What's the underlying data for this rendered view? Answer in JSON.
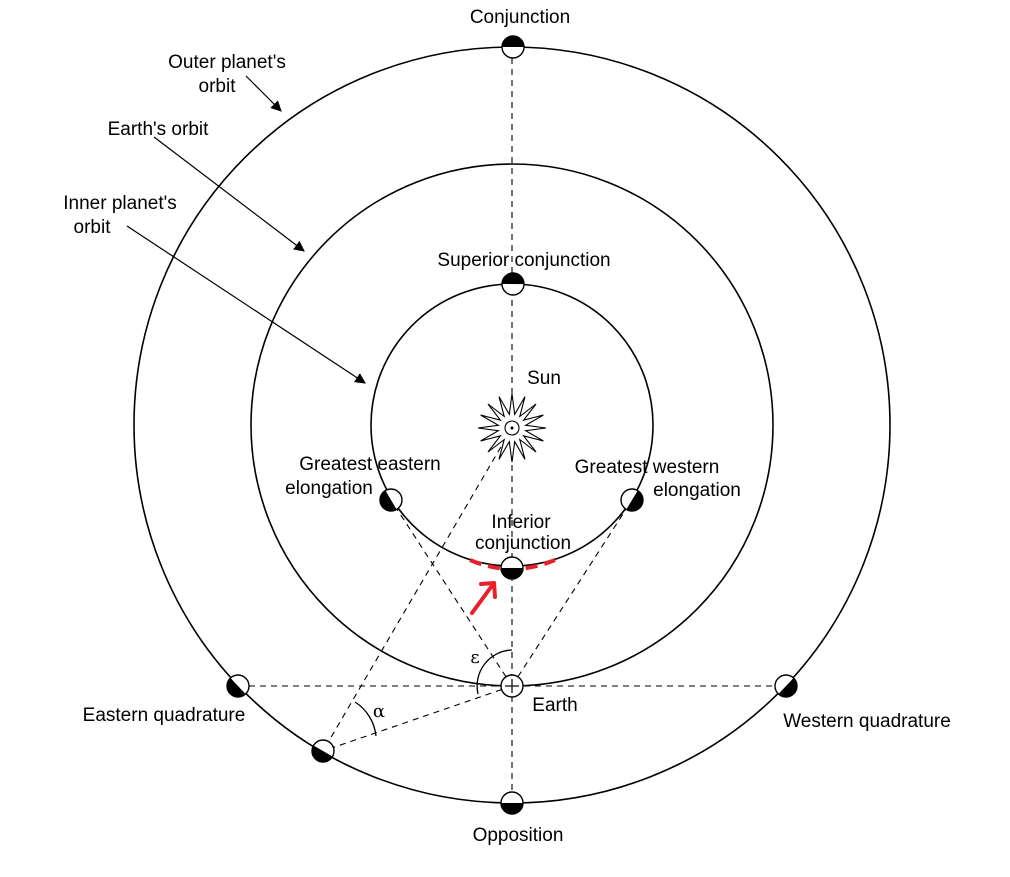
{
  "labels": {
    "conjunction": "Conjunction",
    "outer_orbit_line1": "Outer planet's",
    "outer_orbit_line2": "orbit",
    "earth_orbit": "Earth's orbit",
    "inner_orbit_line1": "Inner planet's",
    "inner_orbit_line2": "orbit",
    "superior_conjunction": "Superior conjunction",
    "sun": "Sun",
    "greatest_eastern_line1": "Greatest  eastern",
    "greatest_eastern_line2": "elongation",
    "greatest_western_line1": "Greatest  western",
    "greatest_western_line2": "elongation",
    "inferior_conjunction_line1": "Inferior",
    "inferior_conjunction_line2": "conjunction",
    "epsilon": "ε",
    "alpha": "α",
    "earth": "Earth",
    "eastern_quadrature": "Eastern quadrature",
    "western_quadrature": "Western quadrature",
    "opposition": "Opposition"
  },
  "colors": {
    "ink": "#000000",
    "highlight": "#e8202a",
    "background": "#ffffff"
  }
}
